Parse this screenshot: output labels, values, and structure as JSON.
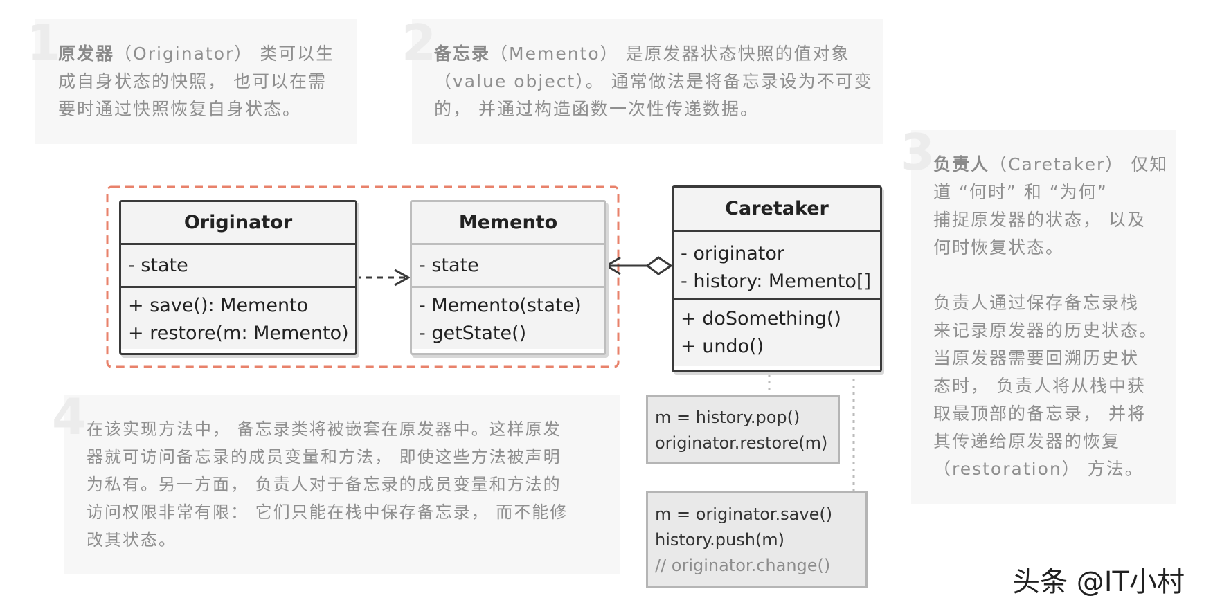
{
  "notes": {
    "n1": {
      "number": "1",
      "term": "原发器",
      "lines": [
        "（Originator） 类可以生",
        "成自身状态的快照， 也可以在需",
        "要时通过快照恢复自身状态。"
      ]
    },
    "n2": {
      "number": "2",
      "term": "备忘录",
      "lines": [
        "（Memento） 是原发器状态快照的值对象",
        "（value object）。 通常做法是将备忘录设为不可变",
        "的， 并通过构造函数一次性传递数据。"
      ]
    },
    "n3": {
      "number": "3",
      "term": "负责人",
      "lines": [
        "（Caretaker） 仅知",
        "道 “何时” 和 “为何”",
        "捕捉原发器的状态， 以及",
        "何时恢复状态。",
        "",
        "负责人通过保存备忘录栈",
        "来记录原发器的历史状态。",
        "当原发器需要回溯历史状",
        "态时， 负责人将从栈中获",
        "取最顶部的备忘录， 并将",
        "其传递给原发器的恢复",
        "（restoration） 方法。"
      ]
    },
    "n4": {
      "number": "4",
      "lines": [
        "在该实现方法中， 备忘录类将被嵌套在原发器中。这样原发",
        "器就可访问备忘录的成员变量和方法， 即使这些方法被声明",
        "为私有。另一方面， 负责人对于备忘录的成员变量和方法的",
        "访问权限非常有限： 它们只能在栈中保存备忘录， 而不能修",
        "改其状态。"
      ]
    }
  },
  "classes": {
    "originator": {
      "name": "Originator",
      "fields": [
        "- state"
      ],
      "methods": [
        "+ save(): Memento",
        "+ restore(m: Memento)"
      ]
    },
    "memento": {
      "name": "Memento",
      "fields": [
        "- state"
      ],
      "methods": [
        "- Memento(state)",
        "- getState()"
      ]
    },
    "caretaker": {
      "name": "Caretaker",
      "fields": [
        "- originator",
        "- history: Memento[]"
      ],
      "methods": [
        "+ doSomething()",
        "+ undo()"
      ]
    }
  },
  "code_notes": {
    "undo": [
      "m = history.pop()",
      "originator.restore(m)"
    ],
    "do_something": [
      "m = originator.save()",
      "history.push(m)",
      "// originator.change()"
    ]
  },
  "watermark": "头条 @IT小村",
  "colors": {
    "nested_boundary": "#e8826b",
    "note_background": "#f7f7f7",
    "note_text": "#8f8f8f"
  }
}
